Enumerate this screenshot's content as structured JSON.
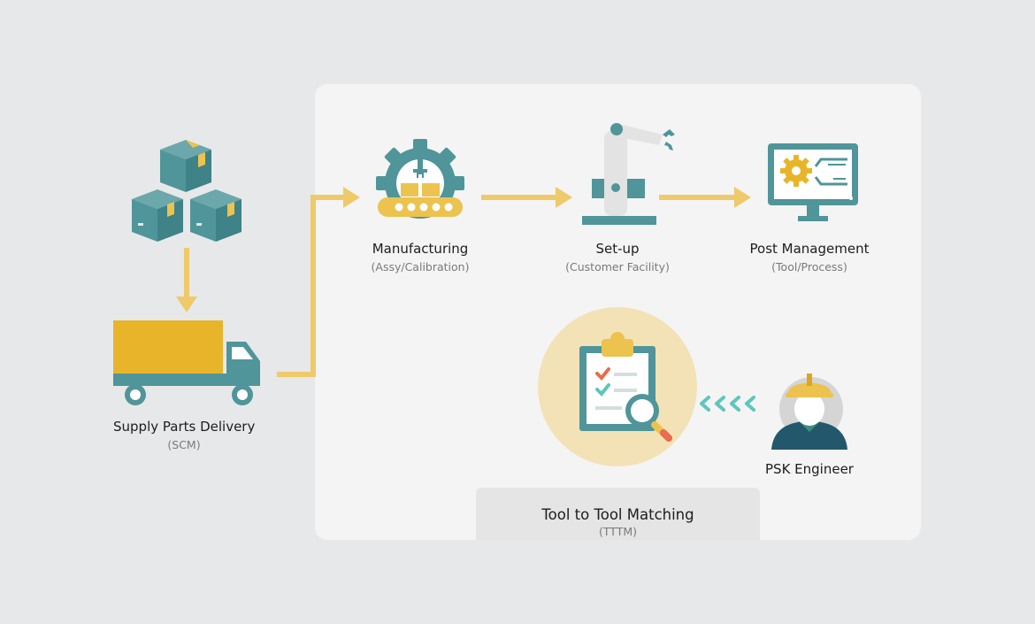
{
  "nodes": {
    "supply": {
      "title": "Supply Parts Delivery",
      "sub": "(SCM)"
    },
    "manufacturing": {
      "title": "Manufacturing",
      "sub": "(Assy/Calibration)"
    },
    "setup": {
      "title": "Set-up",
      "sub": "(Customer Facility)"
    },
    "post": {
      "title": "Post Management",
      "sub": "(Tool/Process)"
    },
    "engineer": {
      "title": "PSK Engineer"
    },
    "tttm": {
      "title": "Tool to Tool Matching",
      "sub": "(TTTM)"
    }
  },
  "icons": {
    "boxes": "boxes-icon",
    "truck": "truck-icon",
    "factory": "gear-factory-icon",
    "robot": "robot-arm-icon",
    "monitor": "monitor-gear-icon",
    "checklist": "checklist-magnifier-icon",
    "engineer": "engineer-avatar-icon"
  },
  "colors": {
    "background": "#e7e8e9",
    "panel": "#f4f4f4",
    "teal": "#4f959a",
    "yellow": "#ebc34e",
    "arrow": "#efca6a",
    "chevron": "#5ec6bb",
    "circle": "#f2e2b6"
  }
}
